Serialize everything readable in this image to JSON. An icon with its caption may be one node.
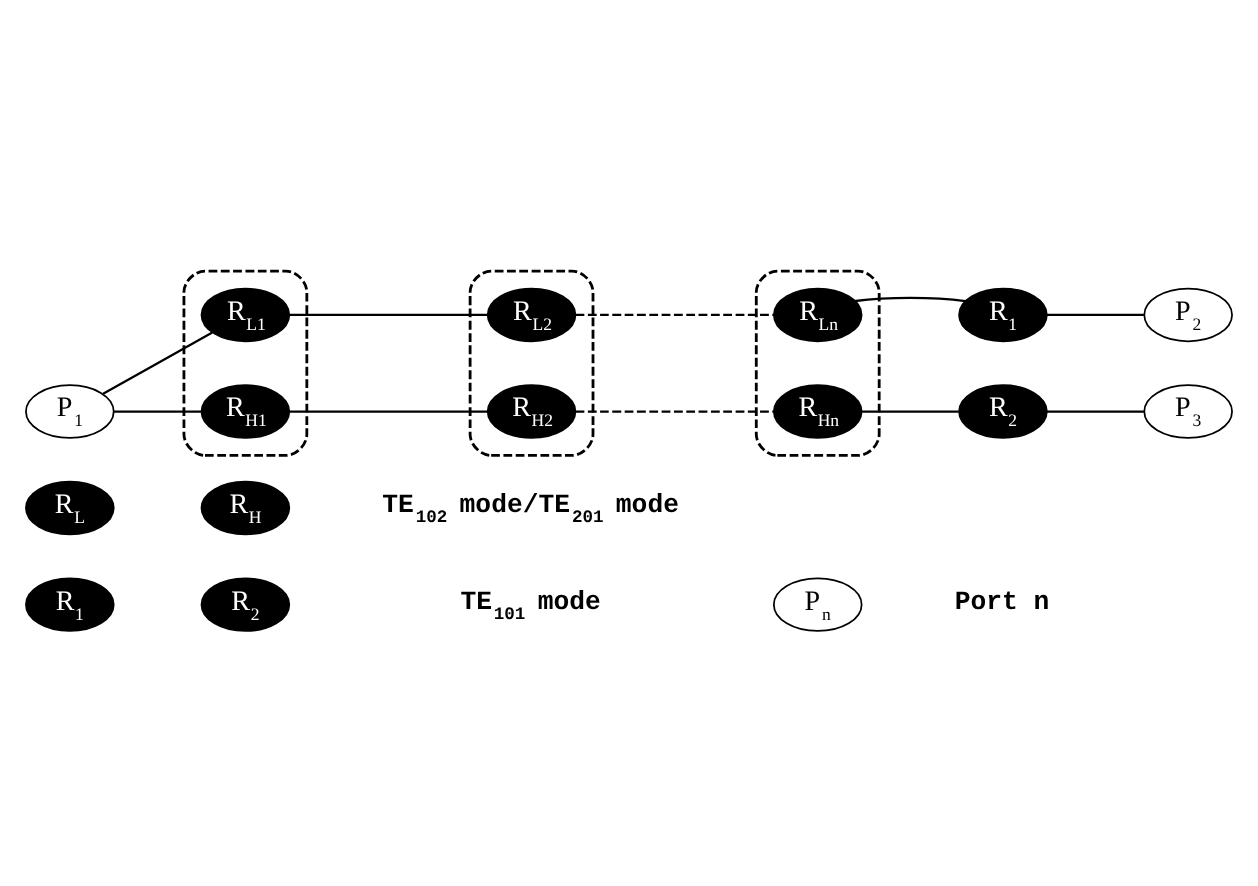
{
  "diagram": {
    "nodes": [
      {
        "text": [
          "P$_{1}$"
        ]
      },
      {
        "text": [],
        "shape": "ellipse"
      },
      {
        "text": [
          "R$_{L1}$"
        ],
        "in": 1
      },
      {
        "text": [
          "R$_{H1}$"
        ],
        "in": 1
      },
      {
        "text": [],
        "shape": "ellipse"
      },
      {
        "text": [
          "R$_{L2}$"
        ],
        "in": 4
      },
      {
        "text": [
          "R$_{H2}$"
        ],
        "in": 4
      },
      {
        "text": [],
        "shape": "ellipse"
      },
      {
        "text": [
          "R$_{Ln}$"
        ],
        "in": 7
      },
      {
        "text": [
          "R$_{Hn}$"
        ],
        "in": 7
      },
      {
        "text": [
          "R$_{1}$"
        ]
      },
      {
        "text": [
          "P$_{2}$"
        ]
      },
      {
        "text": [
          "R$_{2}$"
        ]
      },
      {
        "text": [
          "P$_{3}$"
        ]
      },
      {
        "text": [
          "R$_{L}$"
        ]
      },
      {
        "text": [
          "R$_{H}$"
        ]
      },
      {
        "text": [
          "R$_{1}$"
        ]
      },
      {
        "text": [
          "R$_{2}$"
        ]
      },
      {
        "text": [
          "P$_{n}$"
        ]
      }
    ],
    "edges": [
      {
        "from": 0,
        "to": 2,
        "arrow": "none"
      },
      {
        "from": 0,
        "to": 3,
        "arrow": "none"
      },
      {
        "from": 2,
        "to": 5,
        "arrow": "none"
      },
      {
        "from": 3,
        "to": 6,
        "arrow": "none"
      },
      {
        "from": 5,
        "to": 8,
        "arrow": "none",
        "style": "dashed"
      },
      {
        "from": 6,
        "to": 9,
        "arrow": "none",
        "style": "dashed"
      },
      {
        "from": 10,
        "to": 8,
        "arrow": "none"
      },
      {
        "from": 10,
        "to": 11,
        "arrow": "none"
      },
      {
        "from": 9,
        "to": 12,
        "arrow": "none"
      },
      {
        "from": 12,
        "to": 13,
        "arrow": "none"
      }
    ],
    "labels": [
      "TE$_{102}$ mode/TE$_{201}$ mode",
      "TE$_{101}$ mode",
      "Port n"
    ]
  }
}
